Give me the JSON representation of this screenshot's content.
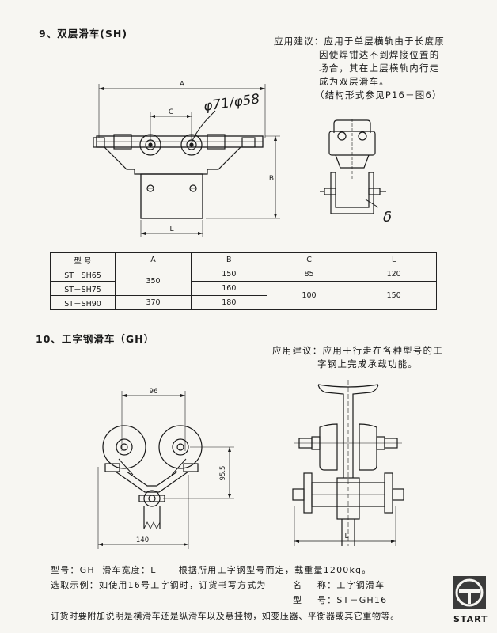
{
  "sections": [
    {
      "title": "9、双层滑车(SH)",
      "suggestion_label": "应用建议：",
      "suggestion_lines": [
        "应用于单层横轨由于长度原",
        "因使焊钳达不到焊接位置的",
        "场合，其在上层横轨内行走",
        "成为双层滑车。"
      ],
      "reference": "（结构形式参见P16－图6）"
    },
    {
      "title": "10、工字钢滑车（GH）",
      "suggestion_label": "应用建议：",
      "suggestion_lines": [
        "应用于行走在各种型号的工",
        "字钢上完成承载功能。"
      ]
    }
  ],
  "sh_drawing": {
    "dim_A": "A",
    "dim_B": "B",
    "dim_C": "C",
    "dim_L": "L",
    "handwritten_note": "φ71/φ58",
    "side_note": "δ"
  },
  "spec_table": {
    "headers": [
      "型  号",
      "A",
      "B",
      "C",
      "L"
    ],
    "rows": [
      {
        "model": "ST－SH65",
        "B": "150"
      },
      {
        "model": "ST－SH75",
        "B": "160"
      },
      {
        "model": "ST－SH90",
        "A": "370",
        "B": "180"
      }
    ],
    "merged": {
      "A_first_two": "350",
      "C_first": "85",
      "C_last_two": "100",
      "L_first": "120",
      "L_last_two": "150"
    }
  },
  "gh_drawing": {
    "dim_width": "96",
    "dim_height": "95.5",
    "dim_base": "140",
    "dim_L": "L"
  },
  "order_info": {
    "model_line": "型号：GH  滑车宽度：L      根据所用工字钢型号而定，载重量1200kg。",
    "example_label": "选取示例：如使用16号工字钢时，订货书写方式为",
    "name_line": "名    称：工字钢滑车",
    "model_example": "型    号：ST－GH16",
    "footer": "订货时要附加说明是横滑车还是纵滑车以及悬挂物，如变压器、平衡器或其它重物等。"
  },
  "logo": {
    "text": "START"
  }
}
